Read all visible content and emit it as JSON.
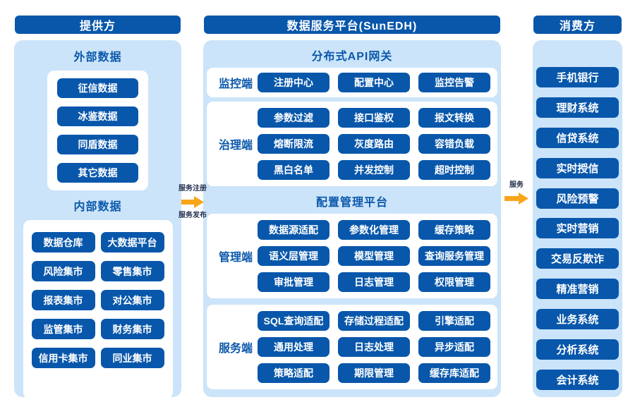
{
  "colors": {
    "primary_blue": "#0857ab",
    "panel_blue": "#cbe4f9",
    "title_blue": "#0b58ab",
    "arrow_orange": "#f9a51b",
    "white": "#ffffff"
  },
  "provider": {
    "header": "提供方",
    "external": {
      "title": "外部数据",
      "items": [
        "征信数据",
        "冰鉴数据",
        "同盾数据",
        "其它数据"
      ]
    },
    "internal": {
      "title": "内部数据",
      "items": [
        "数据仓库",
        "大数据平台",
        "风险集市",
        "零售集市",
        "报表集市",
        "对公集市",
        "监管集市",
        "财务集市",
        "信用卡集市",
        "同业集市"
      ]
    }
  },
  "platform": {
    "header": "数据服务平台(SunEDH)",
    "gateway": {
      "title": "分布式API网关",
      "monitor": {
        "label": "监控端",
        "items": [
          "注册中心",
          "配置中心",
          "监控告警"
        ]
      },
      "governance": {
        "label": "治理端",
        "items": [
          "参数过滤",
          "接口鉴权",
          "报文转换",
          "熔断限流",
          "灰度路由",
          "容错负载",
          "黑白名单",
          "并发控制",
          "超时控制"
        ]
      }
    },
    "config": {
      "title": "配置管理平台",
      "management": {
        "label": "管理端",
        "items": [
          "数据源适配",
          "参数化管理",
          "缓存策略",
          "语义层管理",
          "模型管理",
          "查询服务管理",
          "审批管理",
          "日志管理",
          "权限管理"
        ]
      },
      "service": {
        "label": "服务端",
        "items": [
          "SQL查询适配",
          "存储过程适配",
          "引擎适配",
          "通用处理",
          "日志处理",
          "异步适配",
          "策略适配",
          "期限管理",
          "缓存库适配"
        ]
      }
    }
  },
  "consumer": {
    "header": "消费方",
    "items": [
      "手机银行",
      "理财系统",
      "信贷系统",
      "实时授信",
      "风险预警",
      "实时营销",
      "交易反欺诈",
      "精准营销",
      "业务系统",
      "分析系统",
      "会计系统"
    ]
  },
  "arrows": {
    "register": "服务注册",
    "publish": "服务发布",
    "service": "服务"
  }
}
